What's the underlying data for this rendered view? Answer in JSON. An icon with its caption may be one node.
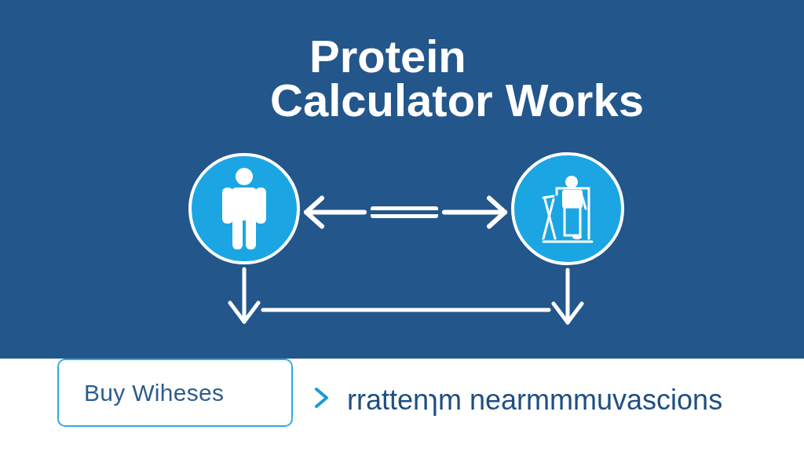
{
  "diagram": {
    "title": "Protein Calculator Works",
    "nodes": [
      {
        "text": [],
        "shape": "circle"
      },
      {
        "text": [],
        "shape": "bar"
      },
      {
        "text": [],
        "shape": "circle"
      },
      {
        "text": [
          "Buy Wiheses"
        ]
      },
      {
        "text": [
          "rrattenɿm nearmmmuvascions"
        ]
      }
    ],
    "edges": [
      {
        "from": 1,
        "to": 0,
        "arrow": "to"
      },
      {
        "from": 1,
        "to": 2,
        "arrow": "to"
      },
      {
        "from": 0,
        "to": null,
        "arrow": "to"
      },
      {
        "from": 2,
        "to": null,
        "arrow": "to"
      },
      {
        "from": 3,
        "to": 4,
        "arrow": "to",
        "color": "#1a9ad6"
      }
    ]
  }
}
